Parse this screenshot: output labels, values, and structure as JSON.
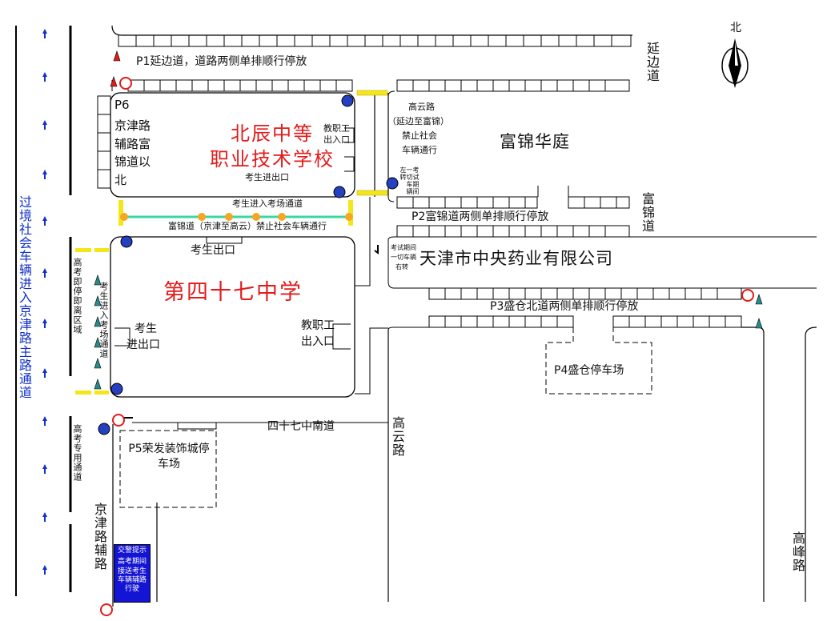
{
  "compass": {
    "north": "北"
  },
  "roads": {
    "yanbian_v": "延边道",
    "fujin_v": "富锦道",
    "gaoyun_v": "高云路",
    "gaofeng_v": "高峰路",
    "jingjin_fulu_v": "京津路辅路",
    "sishiqi_nan": "四十七中南道"
  },
  "parking": {
    "p1": "P1延边道，道路两侧单排顺行停放",
    "p2": "P2富锦道两侧单排顺行停放",
    "p3": "P3盛仓北道两侧单排顺行停放",
    "p4": "P4盛仓停车场",
    "p5": "P5荣发装饰城停车场",
    "p6_title": "P6",
    "p6_desc": "京津路辅路富锦道以北"
  },
  "schools": {
    "beichen_line1": "北辰中等",
    "beichen_line2": "职业技术学校",
    "no47": "第四十七中学"
  },
  "buildings": {
    "fujin_huating": "富锦华庭",
    "zhongyang_yaoye": "天津市中央药业有限公司"
  },
  "labels": {
    "staff_gate_beichen": "教职工出入口",
    "student_gate_beichen": "考生进出口",
    "student_enter_channel": "考生进入考场通道",
    "fujin_restrict": "富锦道（京津至高云）禁止社会车辆通行",
    "student_exit_top": "考生出口",
    "student_gate_left_1": "考生",
    "student_gate_left_2": "进出口",
    "staff_gate_47_1": "教职工",
    "staff_gate_47_2": "出入口",
    "gaoyun_restrict_1": "高云路",
    "gaoyun_restrict_2": "（延边至富锦）",
    "gaoyun_restrict_3": "禁止社会",
    "gaoyun_restrict_4": "车辆通行",
    "exam_right_turn_a": "考试期间一切车辆左转",
    "exam_right_turn_b_1": "考试期间",
    "exam_right_turn_b_2": "一切车辆",
    "exam_right_turn_b_3": "右转",
    "stop_zone": "高考即停即离区域",
    "student_channel_v": "考生进入考场通道",
    "exam_lane": "高考专用通道",
    "transit_notice": "过境社会车辆进入京津路主路通道"
  },
  "notice": {
    "title": "交警提示",
    "body": "高考期间接送考生车辆辅路行驶"
  },
  "colors": {
    "school_text": "#e21b1b",
    "road_line": "#000000",
    "yellow_marker": "#f5e61a",
    "green_path": "#39d8a0",
    "orange_dot": "#f5a623",
    "blue_arrow": "#1030c8",
    "notice_bg": "#1414d4"
  }
}
